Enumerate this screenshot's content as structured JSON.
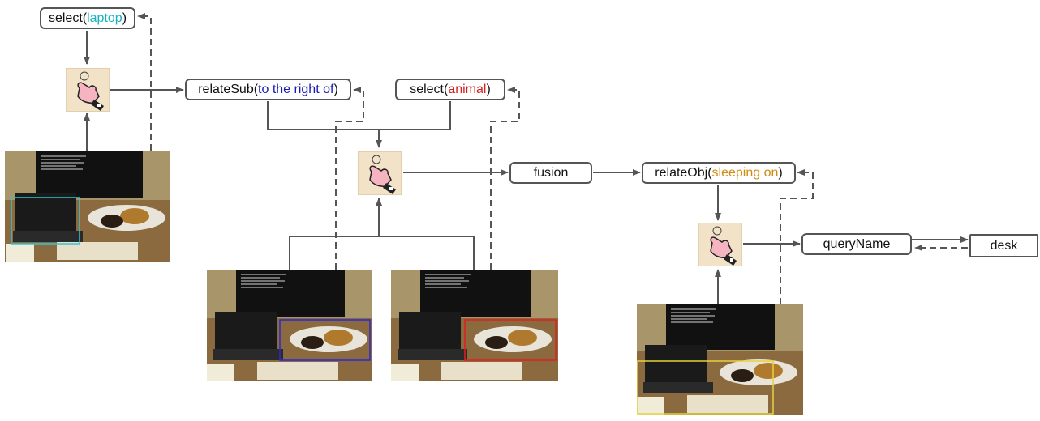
{
  "nodes": {
    "select_laptop": {
      "fn": "select",
      "arg": "laptop"
    },
    "relate_sub": {
      "fn": "relateSub",
      "arg": "to the right of"
    },
    "select_animal": {
      "fn": "select",
      "arg": "animal"
    },
    "fusion": {
      "label": "fusion"
    },
    "relate_obj": {
      "fn": "relateObj",
      "arg": "sleeping on"
    },
    "query_name": {
      "label": "queryName"
    },
    "answer": {
      "label": "desk"
    }
  },
  "colors": {
    "laptop_box": "#2ec8d2",
    "subject_box": "#2a2ad0",
    "animal_box": "#e02020",
    "object_box": "#e6d23a",
    "laptop_arg": "#17b3bd",
    "subject_arg": "#1b1bb0",
    "animal_arg": "#d42020",
    "object_arg": "#cf8a12",
    "arrow": "#555555"
  },
  "icons": [
    "module-hand-icon"
  ],
  "images": [
    "desk-photo-laptop",
    "desk-photo-subject",
    "desk-photo-animal",
    "desk-photo-object"
  ]
}
